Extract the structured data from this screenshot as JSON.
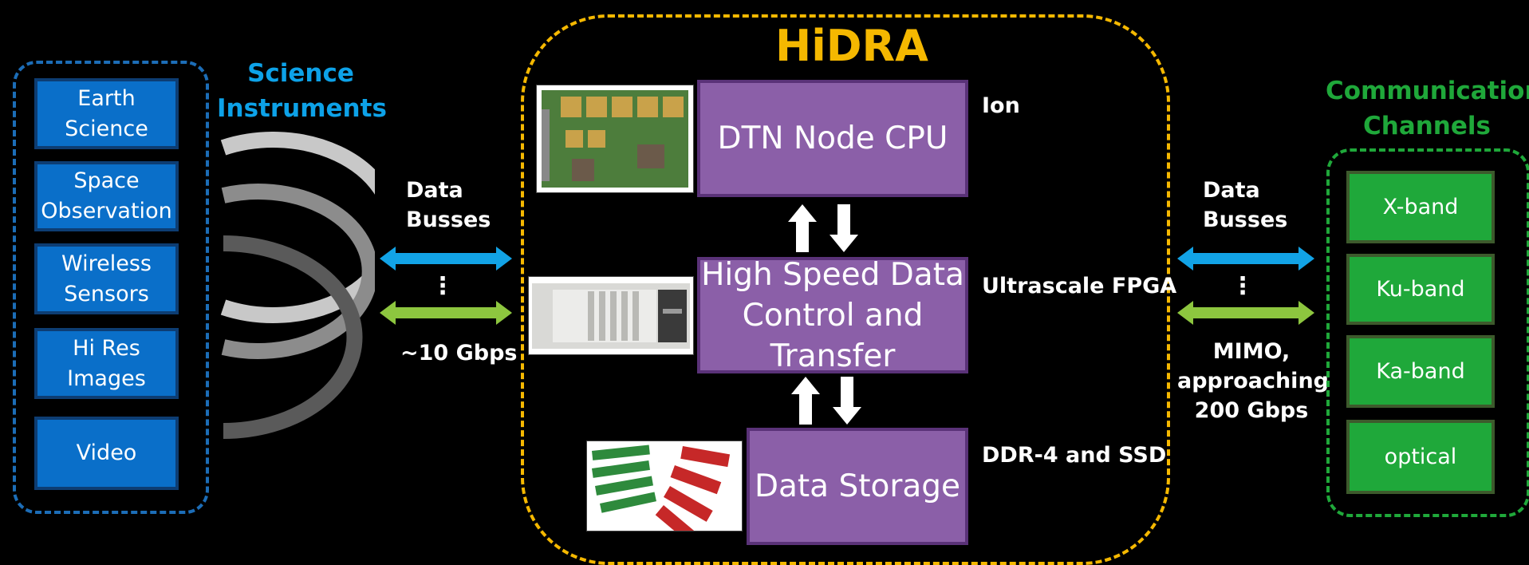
{
  "hidra": {
    "title": "HiDRA",
    "border_color": "#f5b800"
  },
  "science": {
    "title": "Science\nInstruments",
    "title_color": "#0da2e8",
    "border_color": "#1c6db7",
    "box_color": "#0a6fc9",
    "items": [
      "Earth\nScience",
      "Space\nObservation",
      "Wireless\nSensors",
      "Hi Res\nImages",
      "Video"
    ]
  },
  "communication": {
    "title": "Communication\nChannels",
    "title_color": "#1fa83a",
    "border_color": "#1fa83a",
    "box_color": "#1fa83a",
    "items": [
      "X-band",
      "Ku-band",
      "Ka-band",
      "optical"
    ]
  },
  "components": {
    "cpu": "DTN Node CPU",
    "fpga_block": "High Speed Data\nControl and\nTransfer",
    "storage": "Data Storage"
  },
  "annotations": {
    "cpu": "Ion",
    "fpga": "Ultrascale FPGA",
    "storage": "DDR-4 and SSD"
  },
  "left_bus": {
    "label": "Data\nBusses",
    "ellipsis": "⋮",
    "rate": "~10 Gbps"
  },
  "right_bus": {
    "label": "Data\nBusses",
    "ellipsis": "⋮",
    "rate": "MIMO,\napproaching\n200 Gbps"
  },
  "arrow_colors": {
    "blue": "#12a3e6",
    "green": "#8dc63f"
  },
  "photos": [
    "cpu-board-image",
    "fpga-chassis-image",
    "memory-modules-image"
  ]
}
